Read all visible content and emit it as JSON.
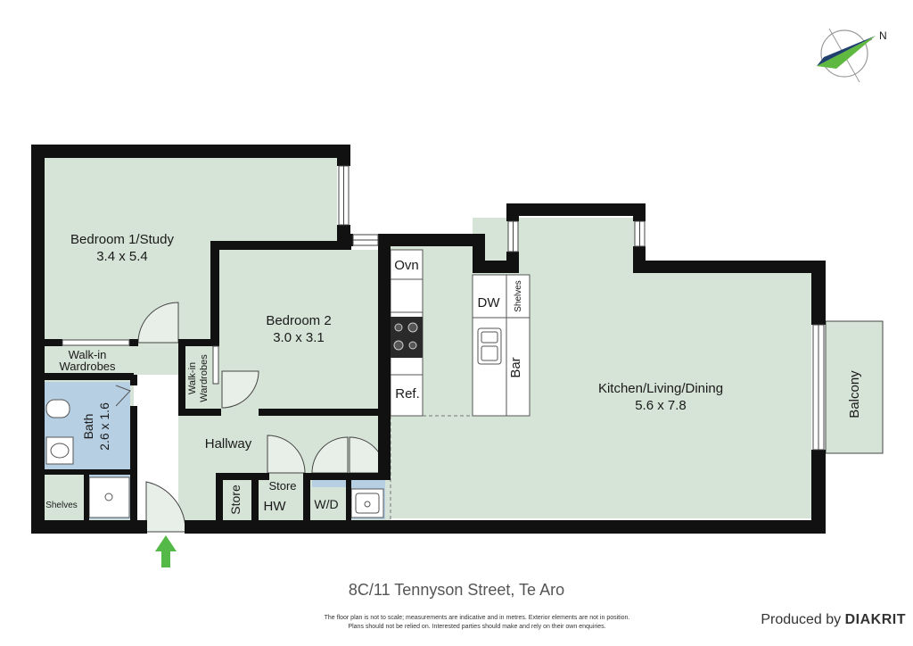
{
  "compass": {
    "label": "N"
  },
  "rooms": {
    "bedroom1": {
      "name": "Bedroom 1/Study",
      "size": "3.4 x 5.4"
    },
    "bedroom2": {
      "name": "Bedroom 2",
      "size": "3.0 x 3.1"
    },
    "kitchen": {
      "name": "Kitchen/Living/Dining",
      "size": "5.6 x 7.8"
    },
    "bath": {
      "name": "Bath",
      "size": "2.6 x 1.6"
    },
    "hallway": {
      "name": "Hallway"
    },
    "balcony": {
      "name": "Balcony"
    }
  },
  "fixtures": {
    "walkin1_line1": "Walk-in",
    "walkin1_line2": "Wardrobes",
    "walkin2_line1": "Walk-in",
    "walkin2_line2": "Wardrobes",
    "shelves_bath": "Shelves",
    "shelves_kitchen": "Shelves",
    "oven": "Ovn",
    "fridge": "Ref.",
    "dishwasher": "DW",
    "bar": "Bar",
    "store1": "Store",
    "store2": "Store",
    "hot_water": "HW",
    "washer_dryer": "W/D"
  },
  "footer": {
    "address": "8C/11 Tennyson Street, Te Aro",
    "disclaimer_line1": "The floor plan is not to scale; measurements are indicative and in metres. Exterior elements are not in position.",
    "disclaimer_line2": "Plans should not be relied on. Interested parties should make and rely on their own enquiries.",
    "produced_by": "Produced by",
    "brand": "DIAKRIT"
  },
  "colors": {
    "room_fill": "#d6e3d7",
    "wet_fill": "#b7cfe3",
    "wall": "#111111",
    "entry_arrow": "#55b947",
    "compass_green": "#5fb83f",
    "compass_navy": "#1f3f6d"
  }
}
